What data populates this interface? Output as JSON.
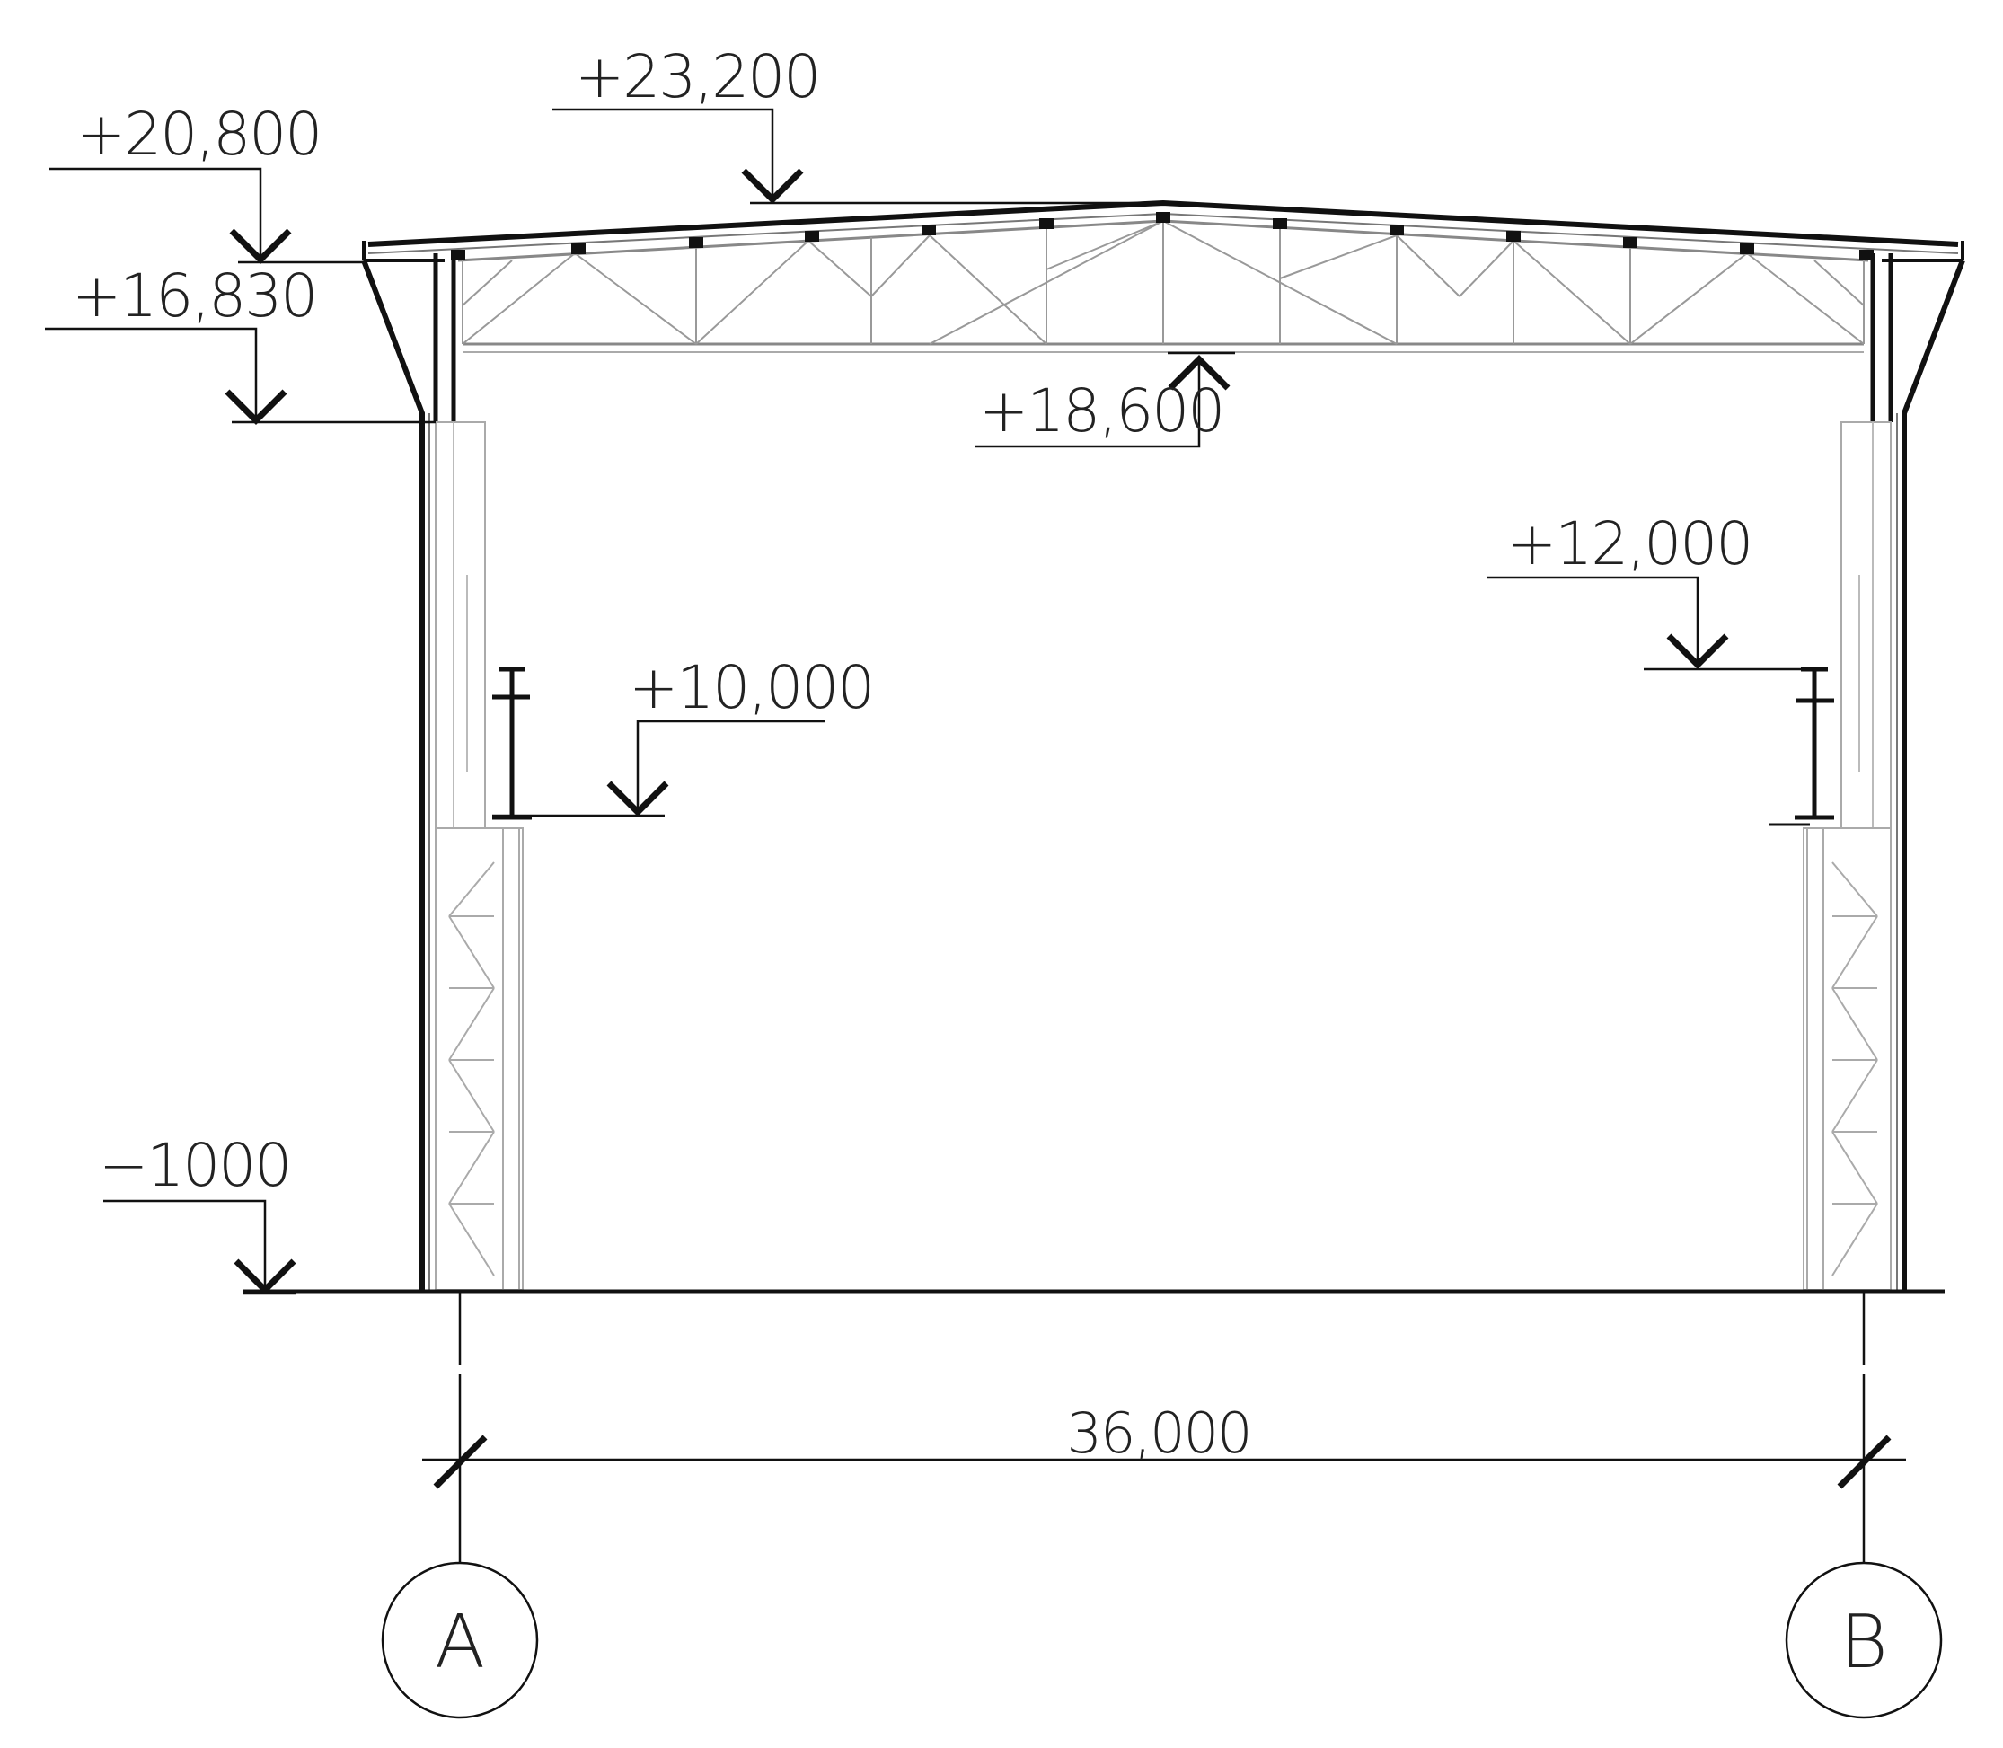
{
  "drawing": {
    "elevation_marks": {
      "top_ridge": "+23,200",
      "eaves": "+20,800",
      "column_top": "+16,830",
      "truss_bottom": "+18,600",
      "crane_rail_right": "+12,000",
      "crane_rail_left": "+10,000",
      "ground": "−1000"
    },
    "span_dimension": "36,000",
    "grid_axes": [
      "A",
      "B"
    ]
  },
  "colors": {
    "ink": "#111111",
    "fine_line": "#9a9a9a",
    "background": "#ffffff"
  }
}
